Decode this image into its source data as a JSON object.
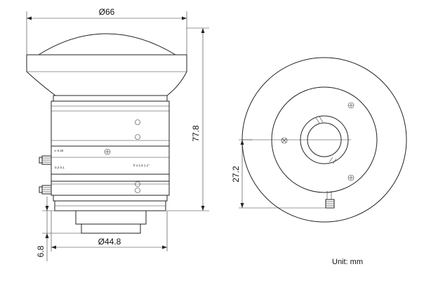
{
  "dimensions": {
    "front_diameter": "Ø66",
    "total_length": "77.8",
    "mount_diameter": "Ø44.8",
    "flange_length": "6.8",
    "radial_offset": "27.2"
  },
  "lens_barrel_marks": {
    "focus_top": "∞ 0.40",
    "focus_bottom": "0.2  0.1",
    "iris": "f/ 1:1.8  1.1°"
  },
  "unit_note": "Unit:  mm"
}
